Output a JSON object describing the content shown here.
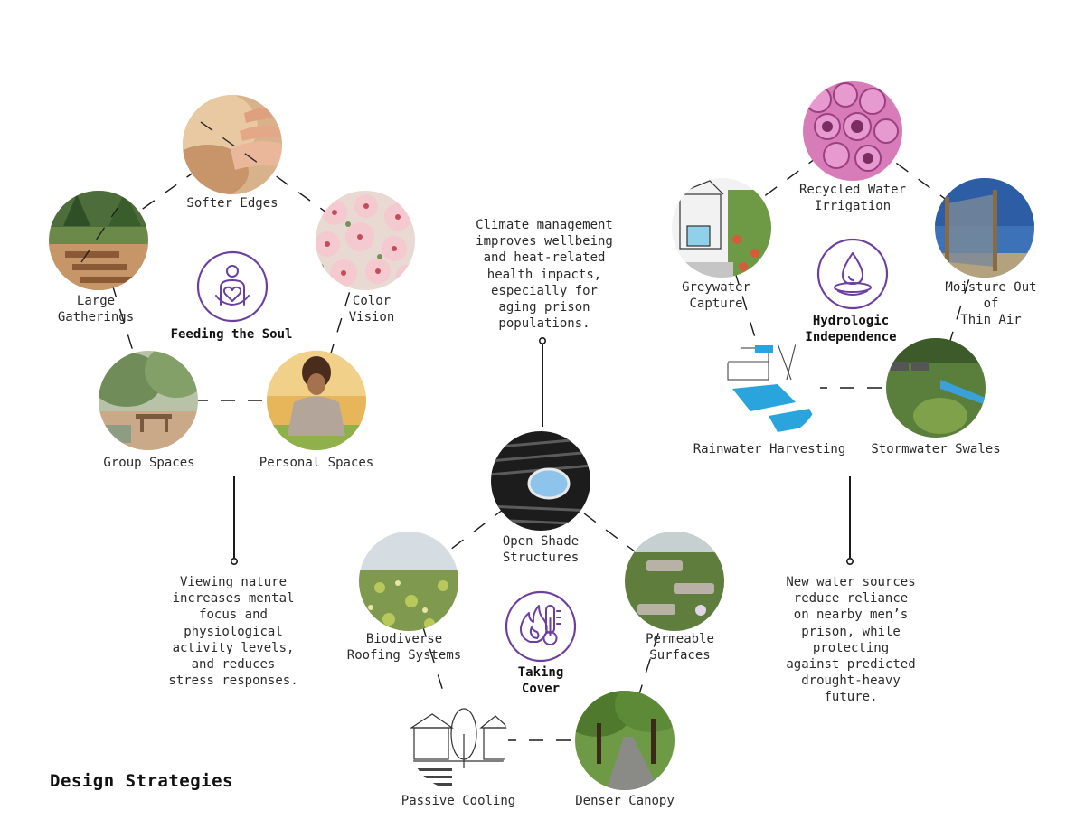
{
  "heading": "Design Strategies",
  "colors": {
    "accent": "#6b3fa0",
    "line": "#1a1a1a"
  },
  "groups": {
    "feeding": {
      "title": "Feeding the Soul",
      "icon": "person-hugging-heart-icon",
      "note": "Viewing nature\nincreases mental\nfocus and\nphysiological\nactivity levels,\nand reduces\nstress responses.",
      "items": {
        "softer_edges": "Softer Edges",
        "color_vision": "Color\nVision",
        "large_gatherings": "Large\nGatherings",
        "group_spaces": "Group Spaces",
        "personal_spaces": "Personal Spaces"
      }
    },
    "cover": {
      "title": "Taking\nCover",
      "icon": "heat-thermometer-icon",
      "note": "Climate management\nimproves wellbeing\nand heat-related\nhealth impacts,\nespecially for\naging prison\npopulations.",
      "items": {
        "open_shade": "Open Shade\nStructures",
        "biodiverse": "Biodiverse\nRoofing Systems",
        "permeable": "Permeable\nSurfaces",
        "passive": "Passive Cooling",
        "canopy": "Denser Canopy"
      }
    },
    "hydro": {
      "title": "Hydrologic\nIndependence",
      "icon": "water-drop-icon",
      "note": "New water sources\nreduce reliance\non nearby men’s\nprison, while\nprotecting\nagainst predicted\ndrought-heavy\nfuture.",
      "items": {
        "recycled": "Recycled Water\nIrrigation",
        "greywater": "Greywater\nCapture",
        "moisture": "Moisture Out of\nThin Air",
        "rainwater": "Rainwater Harvesting",
        "stormwater": "Stormwater Swales"
      }
    }
  }
}
